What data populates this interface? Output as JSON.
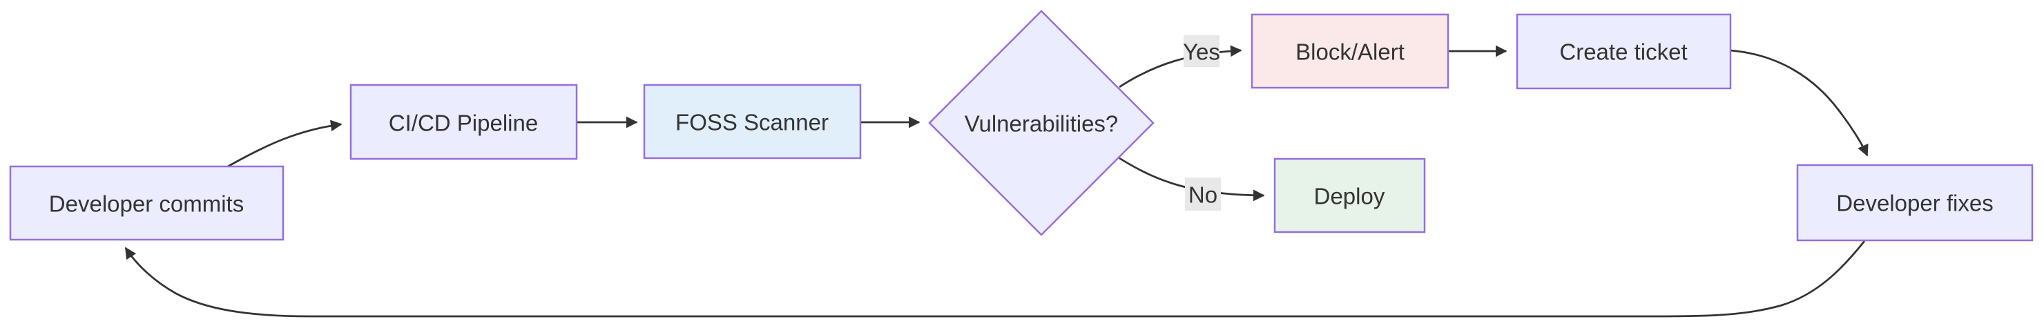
{
  "diagram": {
    "type": "flowchart",
    "direction": "left-to-right",
    "nodes": {
      "developer_commits": {
        "label": "Developer commits",
        "shape": "rect"
      },
      "cicd_pipeline": {
        "label": "CI/CD Pipeline",
        "shape": "rect"
      },
      "foss_scanner": {
        "label": "FOSS Scanner",
        "shape": "rect"
      },
      "vulnerabilities": {
        "label": "Vulnerabilities?",
        "shape": "diamond"
      },
      "block_alert": {
        "label": "Block/Alert",
        "shape": "rect"
      },
      "create_ticket": {
        "label": "Create ticket",
        "shape": "rect"
      },
      "deploy": {
        "label": "Deploy",
        "shape": "rect"
      },
      "developer_fixes": {
        "label": "Developer fixes",
        "shape": "rect"
      }
    },
    "edge_labels": {
      "yes": "Yes",
      "no": "No"
    },
    "edges": [
      {
        "from": "developer_commits",
        "to": "cicd_pipeline",
        "label": ""
      },
      {
        "from": "cicd_pipeline",
        "to": "foss_scanner",
        "label": ""
      },
      {
        "from": "foss_scanner",
        "to": "vulnerabilities",
        "label": ""
      },
      {
        "from": "vulnerabilities",
        "to": "block_alert",
        "label": "Yes"
      },
      {
        "from": "vulnerabilities",
        "to": "deploy",
        "label": "No"
      },
      {
        "from": "block_alert",
        "to": "create_ticket",
        "label": ""
      },
      {
        "from": "create_ticket",
        "to": "developer_fixes",
        "label": ""
      },
      {
        "from": "developer_fixes",
        "to": "developer_commits",
        "label": ""
      }
    ],
    "colors": {
      "node_fill": "#ECECFF",
      "node_border": "#9370DB",
      "scanner_fill": "#E1EFFB",
      "alert_fill": "#FBE9E9",
      "deploy_fill": "#E7F3E8",
      "edge_label_bg": "#E8E8E8",
      "line": "#333333",
      "text": "#333333"
    }
  }
}
